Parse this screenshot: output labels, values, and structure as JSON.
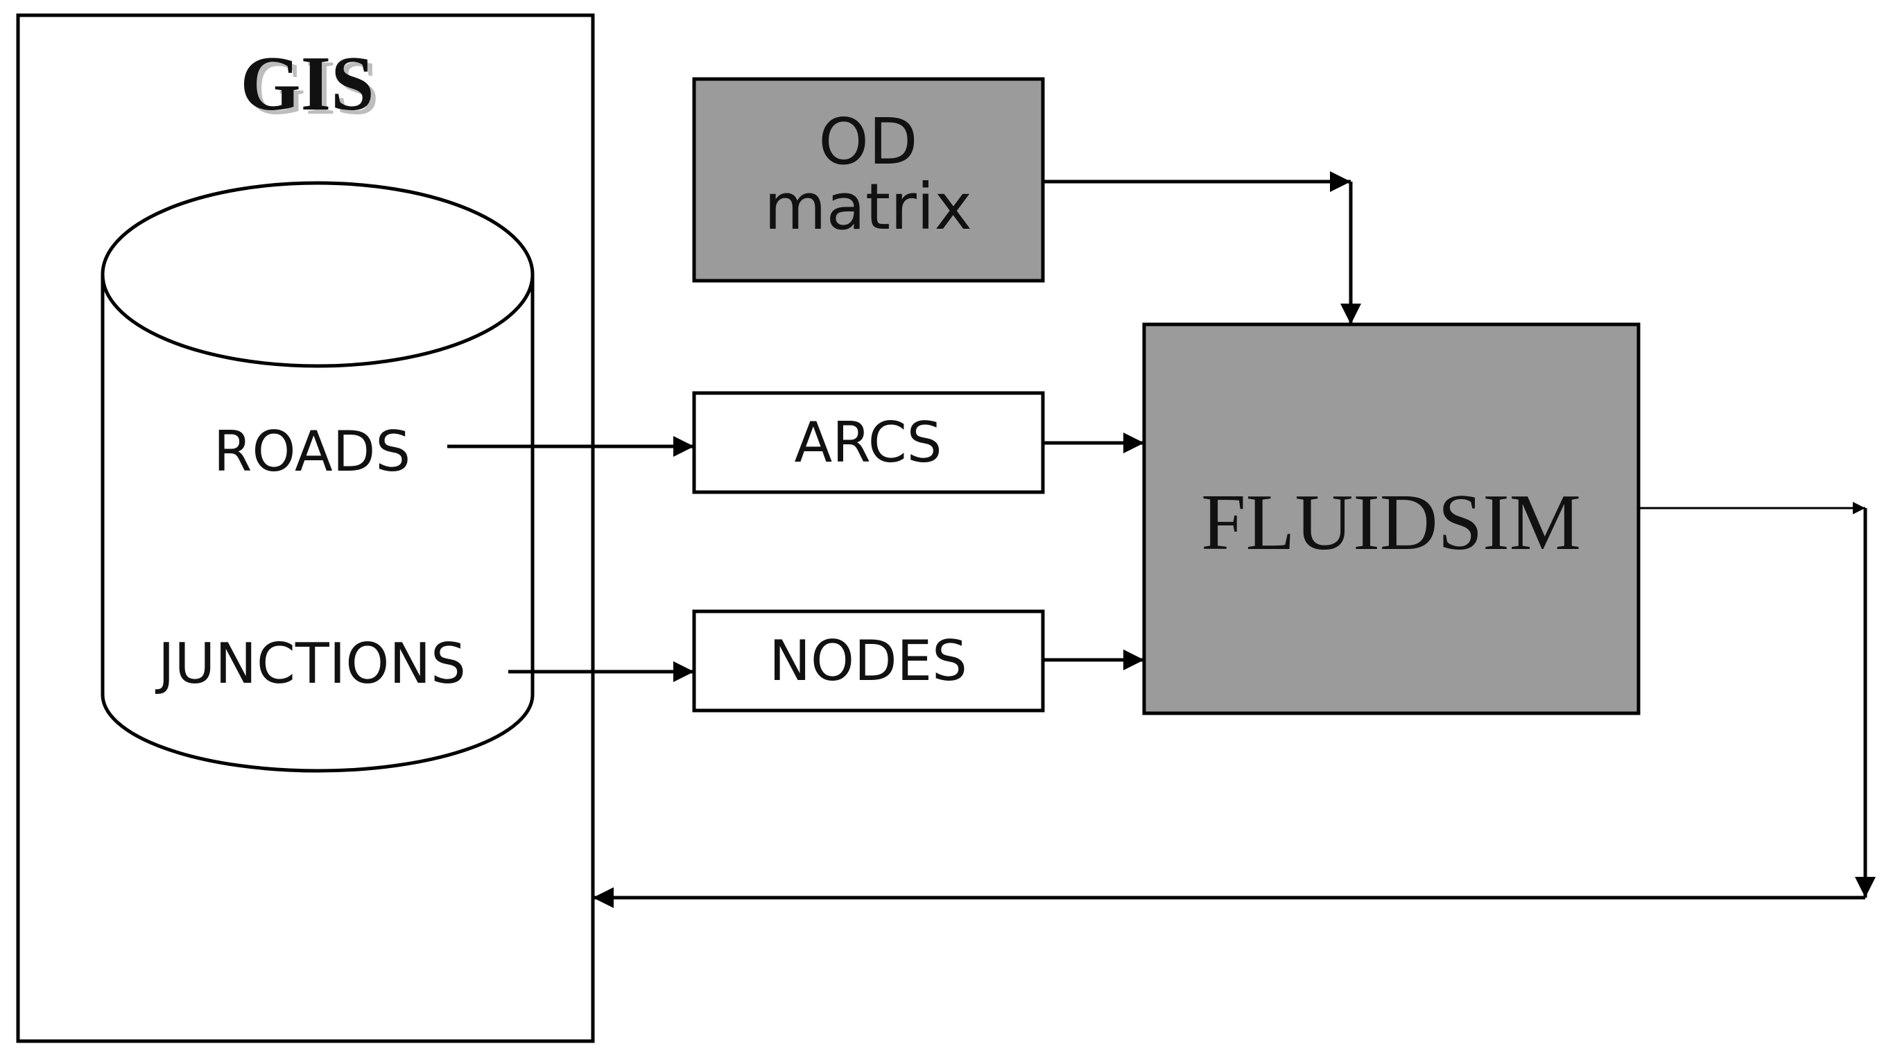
{
  "gis": {
    "title": "GIS"
  },
  "database": {
    "roads_label": "ROADS",
    "junctions_label": "JUNCTIONS"
  },
  "od_matrix": {
    "line1": "OD",
    "line2": "matrix"
  },
  "arcs": {
    "label": "ARCS"
  },
  "nodes": {
    "label": "NODES"
  },
  "fluidsim": {
    "label": "FLUIDSIM"
  },
  "colors": {
    "stroke": "#000000",
    "gray_box": "#9b9b9b",
    "background": "#ffffff",
    "text": "#111111"
  }
}
